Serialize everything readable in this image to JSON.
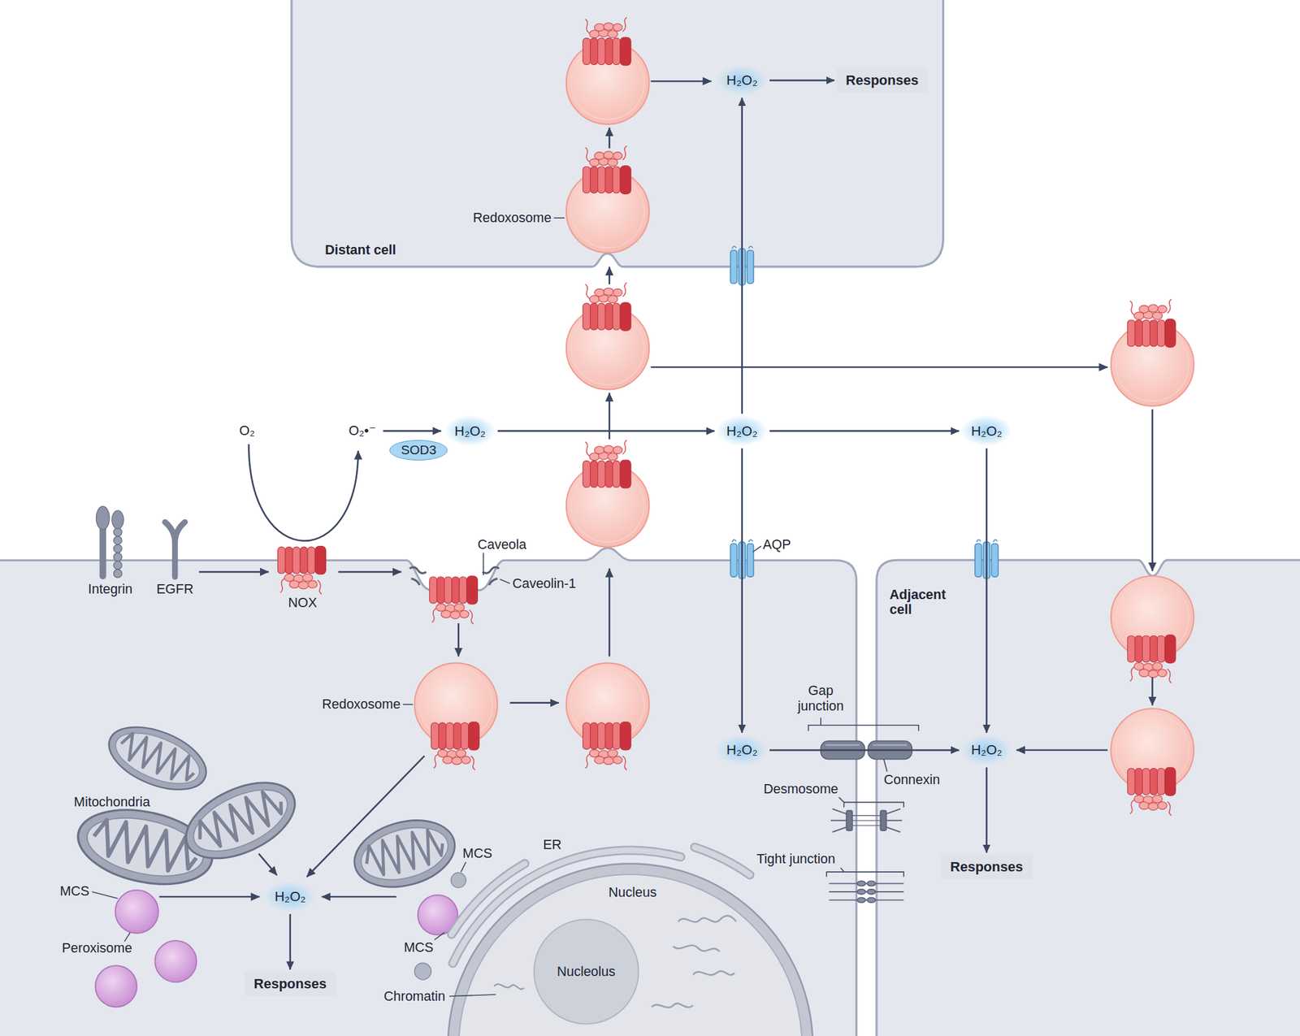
{
  "diagram": {
    "nodes": [
      {
        "text": [
          "Distant cell"
        ]
      },
      {
        "text": [
          "H₂O₂"
        ],
        "in": 0
      },
      {
        "text": [
          "Responses"
        ],
        "in": 0
      },
      {
        "text": [
          "H₂O₂"
        ]
      },
      {
        "text": [
          "H₂O₂"
        ]
      },
      {
        "text": [
          "H₂O₂"
        ]
      },
      {
        "text": [
          "SOD3"
        ]
      },
      {
        "text": [
          "Adjacent cell"
        ]
      },
      {
        "text": [
          "H₂O₂"
        ]
      },
      {
        "text": [
          "H₂O₂"
        ],
        "in": 7
      },
      {
        "text": [
          "Responses"
        ],
        "in": 7
      },
      {
        "text": [
          "H₂O₂"
        ]
      },
      {
        "text": [
          "Responses"
        ]
      },
      {
        "text": [
          "Nucleus"
        ]
      },
      {
        "text": [
          "Nucleolus"
        ],
        "in": 13
      }
    ],
    "edges": [
      {
        "from": 1,
        "to": 2,
        "arrow": "to"
      },
      {
        "from": 3,
        "to": 4,
        "arrow": "to"
      },
      {
        "from": 4,
        "to": 5,
        "arrow": "to"
      },
      {
        "from": 4,
        "to": 1,
        "arrow": "to"
      },
      {
        "from": 4,
        "to": 8,
        "arrow": "to"
      },
      {
        "from": 5,
        "to": 9,
        "arrow": "to"
      },
      {
        "from": 8,
        "to": 9,
        "arrow": "to"
      },
      {
        "from": 9,
        "to": 10,
        "arrow": "to"
      },
      {
        "from": 11,
        "to": 12,
        "arrow": "to"
      }
    ],
    "labels": [
      "Redoxosome",
      "O₂",
      "O₂•⁻",
      "Integrin",
      "EGFR",
      "NOX",
      "Caveola",
      "Caveolin-1",
      "AQP",
      "Redoxosome",
      "Gap junction",
      "Connexin",
      "Desmosome",
      "Tight junction",
      "Mitochondria",
      "MCS",
      "Peroxisome",
      "MCS",
      "ER",
      "MCS",
      "Chromatin"
    ]
  }
}
